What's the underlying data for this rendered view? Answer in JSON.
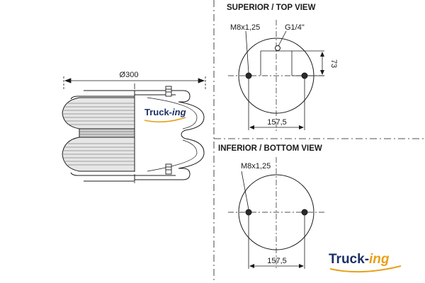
{
  "views": {
    "top_title": "SUPERIOR / TOP VIEW",
    "bottom_title": "INFERIOR / BOTTOM VIEW"
  },
  "side_view": {
    "diameter_label": "Ø300",
    "logo_main": "Truck-",
    "logo_accent": "ing"
  },
  "top_view": {
    "thread_label": "M8x1,25",
    "port_label": "G1/4\"",
    "offset_label": "73",
    "spacing_label": "157,5"
  },
  "bottom_view": {
    "thread_label": "M8x1,25",
    "spacing_label": "157,5"
  },
  "footer_logo": {
    "main": "Truck-",
    "accent": "ing"
  },
  "colors": {
    "brand_dark": "#1c2f66",
    "brand_accent": "#e8a018",
    "line": "#1a1a1a",
    "bellow_fill": "#e6e6e6"
  }
}
